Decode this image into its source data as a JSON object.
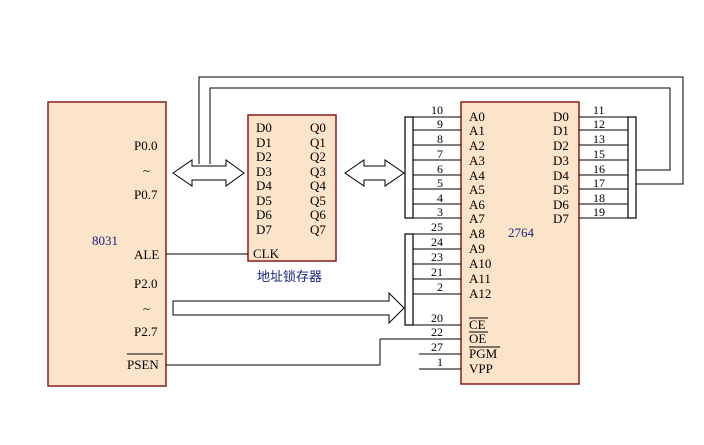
{
  "mcu": {
    "name": "8031",
    "p0_start": "P0.0",
    "tilde": "~",
    "p0_end": "P0.7",
    "ale": "ALE",
    "p2_start": "P2.0",
    "p2_end": "P2.7",
    "psen": "PSEN"
  },
  "latch": {
    "caption": "地址锁存器",
    "d_pins": [
      "D0",
      "D1",
      "D2",
      "D3",
      "D4",
      "D5",
      "D6",
      "D7"
    ],
    "q_pins": [
      "Q0",
      "Q1",
      "Q2",
      "Q3",
      "Q4",
      "Q5",
      "Q6",
      "Q7"
    ],
    "clk": "CLK"
  },
  "eprom": {
    "name": "2764",
    "a_low_pins": [
      "A0",
      "A1",
      "A2",
      "A3",
      "A4",
      "A5",
      "A6",
      "A7"
    ],
    "a_low_nums": [
      "10",
      "9",
      "8",
      "7",
      "6",
      "5",
      "4",
      "3"
    ],
    "a_high_pins": [
      "A8",
      "A9",
      "A10",
      "A11",
      "A12"
    ],
    "a_high_nums": [
      "25",
      "24",
      "23",
      "21",
      "2"
    ],
    "d_pins": [
      "D0",
      "D1",
      "D2",
      "D3",
      "D4",
      "D5",
      "D6",
      "D7"
    ],
    "d_nums": [
      "11",
      "12",
      "13",
      "15",
      "16",
      "17",
      "18",
      "19"
    ],
    "ctrl_pins": [
      "CE",
      "OE",
      "PGM",
      "VPP"
    ],
    "ctrl_nums": [
      "20",
      "22",
      "27",
      "1"
    ]
  },
  "colors": {
    "chip_fill": "#fbe4c9",
    "chip_border": "#8a1c1c",
    "wire": "#000000",
    "bus_fill": "#ffffff",
    "chip_name": "#1a237e",
    "caption": "#1a237e"
  }
}
